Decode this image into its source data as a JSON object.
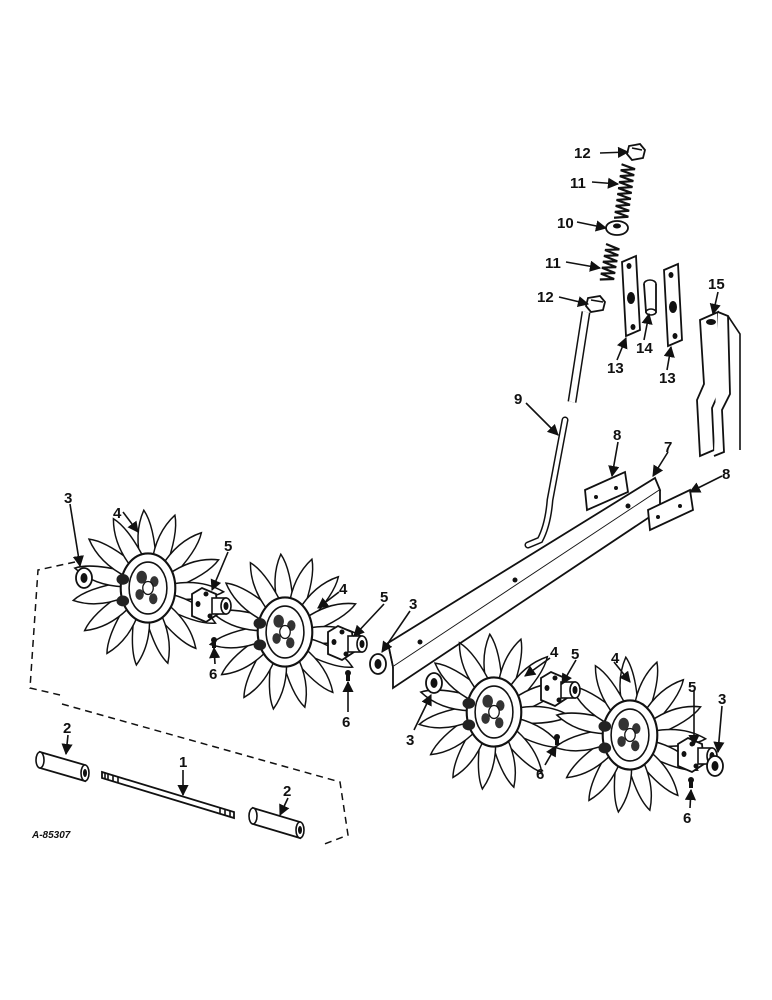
{
  "drawing_code": "A-85307",
  "callouts": {
    "shaft": "1",
    "spacer": "2",
    "washer": "3",
    "wheel": "4",
    "hub": "5",
    "bolt": "6",
    "bar": "7",
    "plate": "8",
    "rod": "9",
    "collar": "10",
    "spring": "11",
    "nut": "12",
    "strap": "13",
    "sleeve": "14",
    "bracket": "15"
  }
}
